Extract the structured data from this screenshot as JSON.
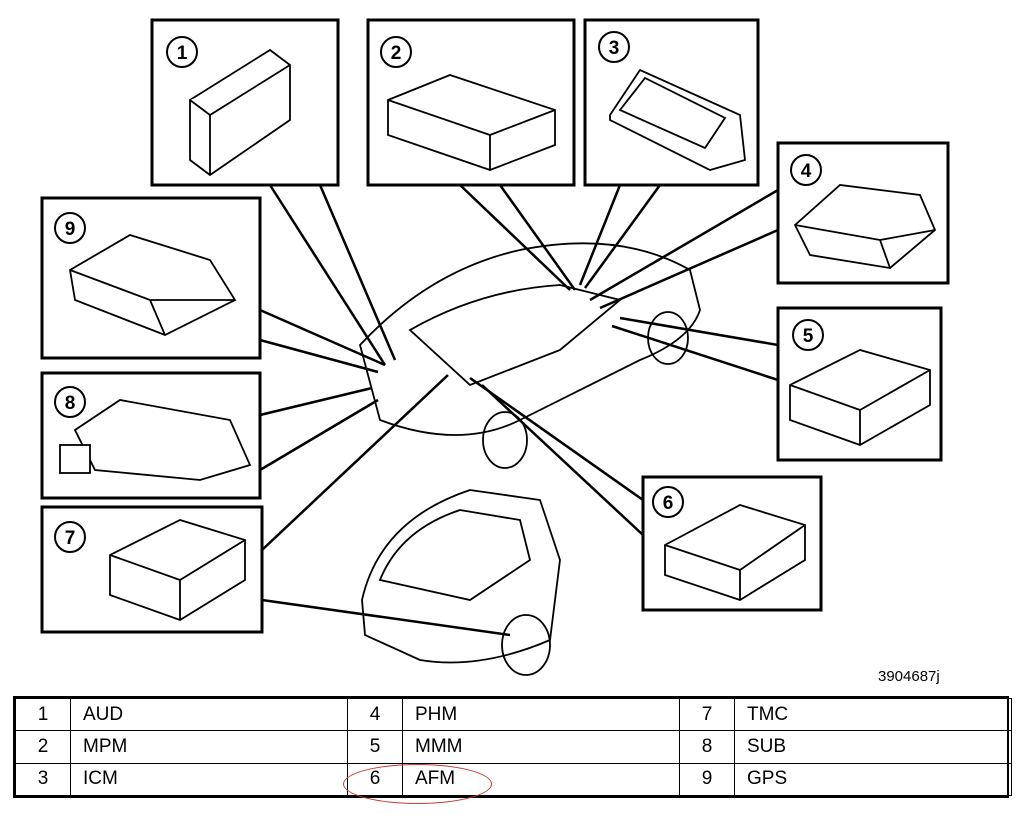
{
  "reference_code": "3904687j",
  "components": [
    {
      "number": "1",
      "code": "AUD"
    },
    {
      "number": "2",
      "code": "MPM"
    },
    {
      "number": "3",
      "code": "ICM"
    },
    {
      "number": "4",
      "code": "PHM"
    },
    {
      "number": "5",
      "code": "MMM"
    },
    {
      "number": "6",
      "code": "AFM"
    },
    {
      "number": "7",
      "code": "TMC"
    },
    {
      "number": "8",
      "code": "SUB"
    },
    {
      "number": "9",
      "code": "GPS"
    }
  ],
  "highlighted_component": "6",
  "colors": {
    "line": "#000000",
    "highlight": "#c43a3a",
    "background": "#ffffff"
  }
}
